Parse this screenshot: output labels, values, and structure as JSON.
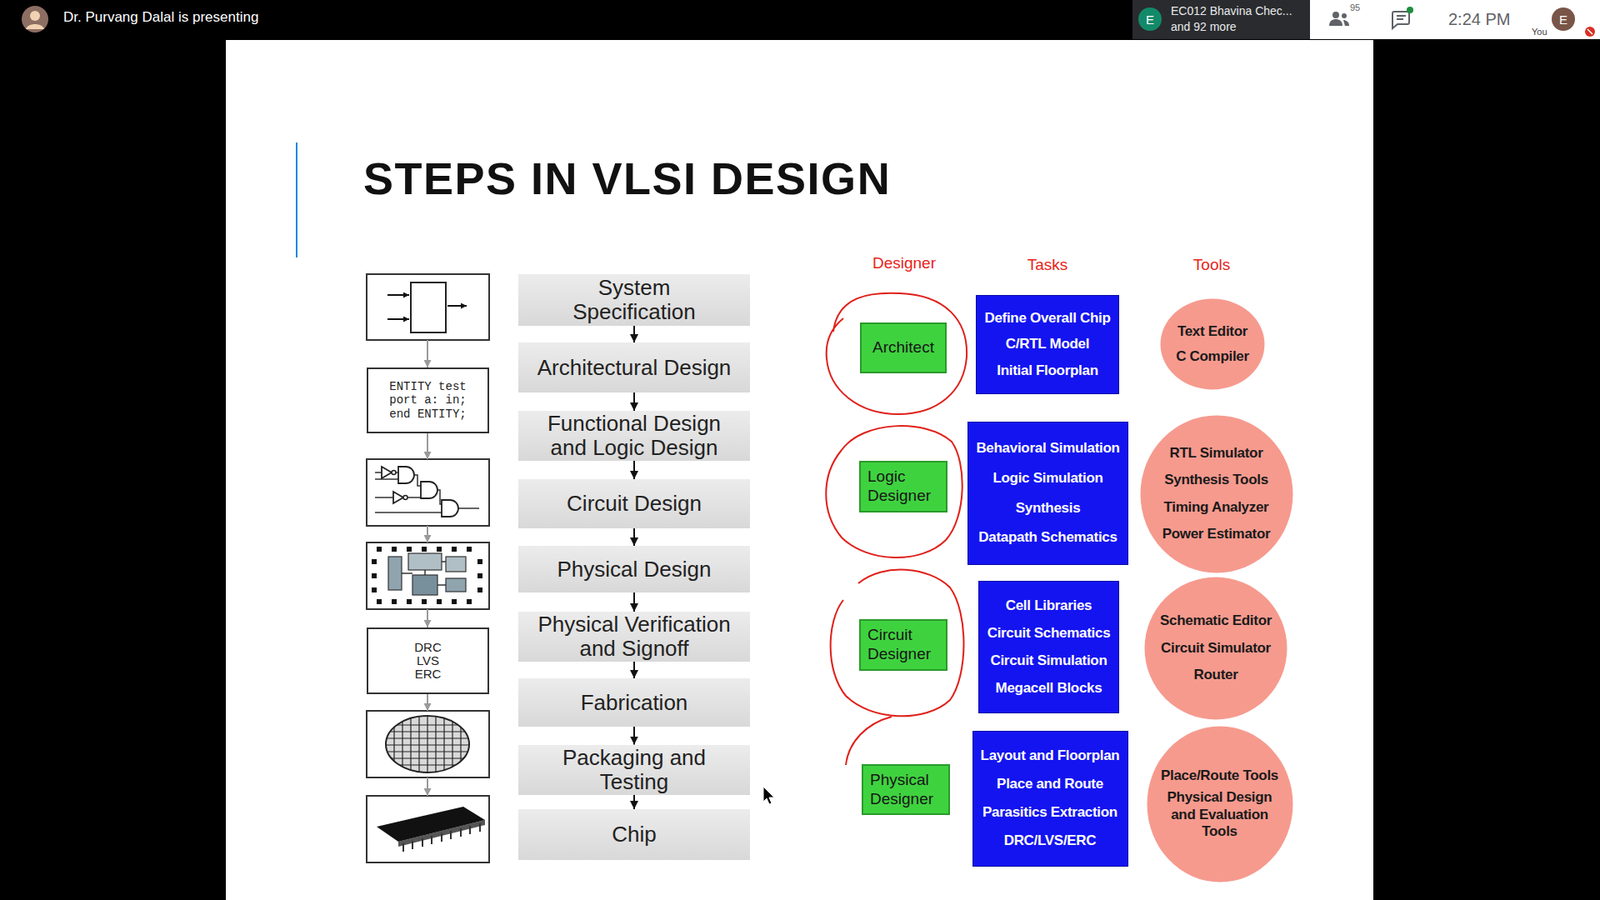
{
  "diagram": {
    "title": "STEPS IN VLSI DESIGN",
    "nodes": [
      {
        "text": [
          "E"
        ]
      },
      {
        "text": [
          "E"
        ]
      },
      {
        "text": [
          "ENTITY test port a: in; end ENTITY;"
        ]
      },
      {
        "text": [
          "DRC LVS ERC"
        ]
      },
      {
        "text": [
          "System Specification"
        ]
      },
      {
        "text": [
          "Architectural Design"
        ]
      },
      {
        "text": [
          "Functional Design and Logic Design"
        ]
      },
      {
        "text": [
          "Circuit Design"
        ]
      },
      {
        "text": [
          "Physical Design"
        ]
      },
      {
        "text": [
          "Physical Verification and Signoff"
        ]
      },
      {
        "text": [
          "Fabrication"
        ]
      },
      {
        "text": [
          "Packaging and Testing"
        ]
      },
      {
        "text": [
          "Chip"
        ]
      },
      {
        "text": [
          "Architect"
        ]
      },
      {
        "text": [
          "Define Overall Chip",
          "C/RTL Model",
          "Initial Floorplan"
        ]
      },
      {
        "text": [
          "Text Editor",
          "C Compiler"
        ]
      },
      {
        "text": [
          "Logic Designer"
        ]
      },
      {
        "text": [
          "Behavioral Simulation",
          "Logic Simulation",
          "Synthesis",
          "Datapath Schematics"
        ]
      },
      {
        "text": [
          "RTL Simulator",
          "Synthesis Tools",
          "Timing Analyzer",
          "Power Estimator"
        ]
      },
      {
        "text": [
          "Circuit Designer"
        ]
      },
      {
        "text": [
          "Cell Libraries",
          "Circuit Schematics",
          "Circuit Simulation",
          "Megacell Blocks"
        ]
      },
      {
        "text": [
          "Schematic Editor",
          "Circuit Simulator",
          "Router"
        ]
      },
      {
        "text": [
          "Physical Designer"
        ]
      },
      {
        "text": [
          "Layout and Floorplan",
          "Place and Route",
          "Parasitics Extraction",
          "DRC/LVS/ERC"
        ]
      },
      {
        "text": [
          "Place/Route Tools",
          "Physical Design and Evaluation Tools"
        ]
      }
    ],
    "edges": [
      {
        "from": 4,
        "to": 5,
        "arrow": "to"
      },
      {
        "from": 5,
        "to": 6,
        "arrow": "to"
      },
      {
        "from": 6,
        "to": 7,
        "arrow": "to"
      },
      {
        "from": 7,
        "to": 8,
        "arrow": "to"
      },
      {
        "from": 8,
        "to": 9,
        "arrow": "to"
      },
      {
        "from": 9,
        "to": 10,
        "arrow": "to"
      },
      {
        "from": 10,
        "to": 11,
        "arrow": "to"
      },
      {
        "from": 11,
        "to": 12,
        "arrow": "to"
      }
    ],
    "labels": [
      "Dr. Purvang Dalal is presenting",
      "EC012 Bhavina Chec...",
      "and 92 more",
      "95",
      "2:24 PM",
      "You",
      "Designer",
      "Tasks",
      "Tools"
    ]
  }
}
